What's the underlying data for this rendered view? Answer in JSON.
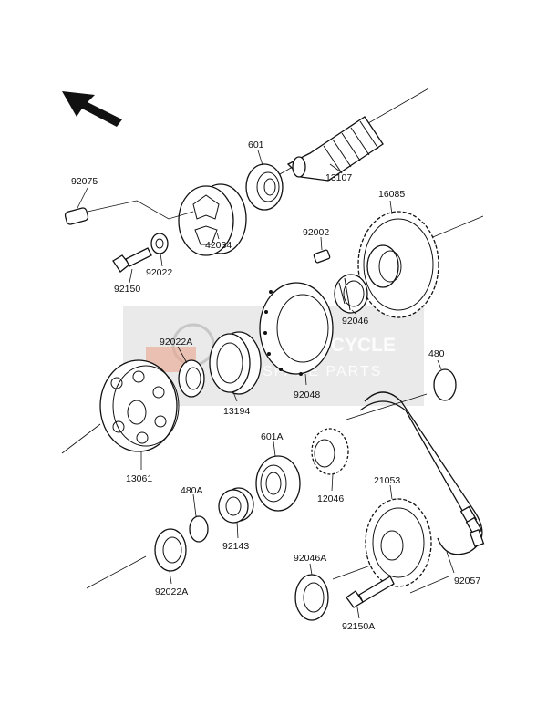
{
  "watermark": {
    "line1": "MOTORCYCLE",
    "line2": "SPARE PARTS",
    "color": "#d9d9d9",
    "accent": "#e8a48a"
  },
  "icons": {
    "direction": "direction-arrow-icon"
  },
  "labels": {
    "p92075": "92075",
    "p601": "601",
    "p13107": "13107",
    "p16085": "16085",
    "p92002": "92002",
    "p42034": "42034",
    "p92022": "92022",
    "p92150": "92150",
    "p92046": "92046",
    "p92022A_top": "92022A",
    "p480": "480",
    "p92048": "92048",
    "p13194": "13194",
    "p601A": "601A",
    "p13061": "13061",
    "p12046": "12046",
    "p21053": "21053",
    "p480A": "480A",
    "p92143": "92143",
    "p92046A": "92046A",
    "p92022A_bottom": "92022A",
    "p92057": "92057",
    "p92150A": "92150A"
  }
}
